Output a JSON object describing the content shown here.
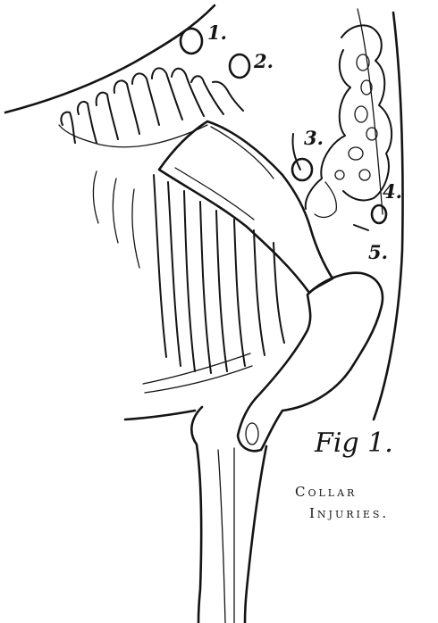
{
  "markers": [
    {
      "label": "1."
    },
    {
      "label": "2."
    },
    {
      "label": "3."
    },
    {
      "label": "4."
    },
    {
      "label": "5."
    }
  ],
  "figure": {
    "title": "Fig 1.",
    "caption_line1": "Collar",
    "caption_line2": "Injuries."
  }
}
